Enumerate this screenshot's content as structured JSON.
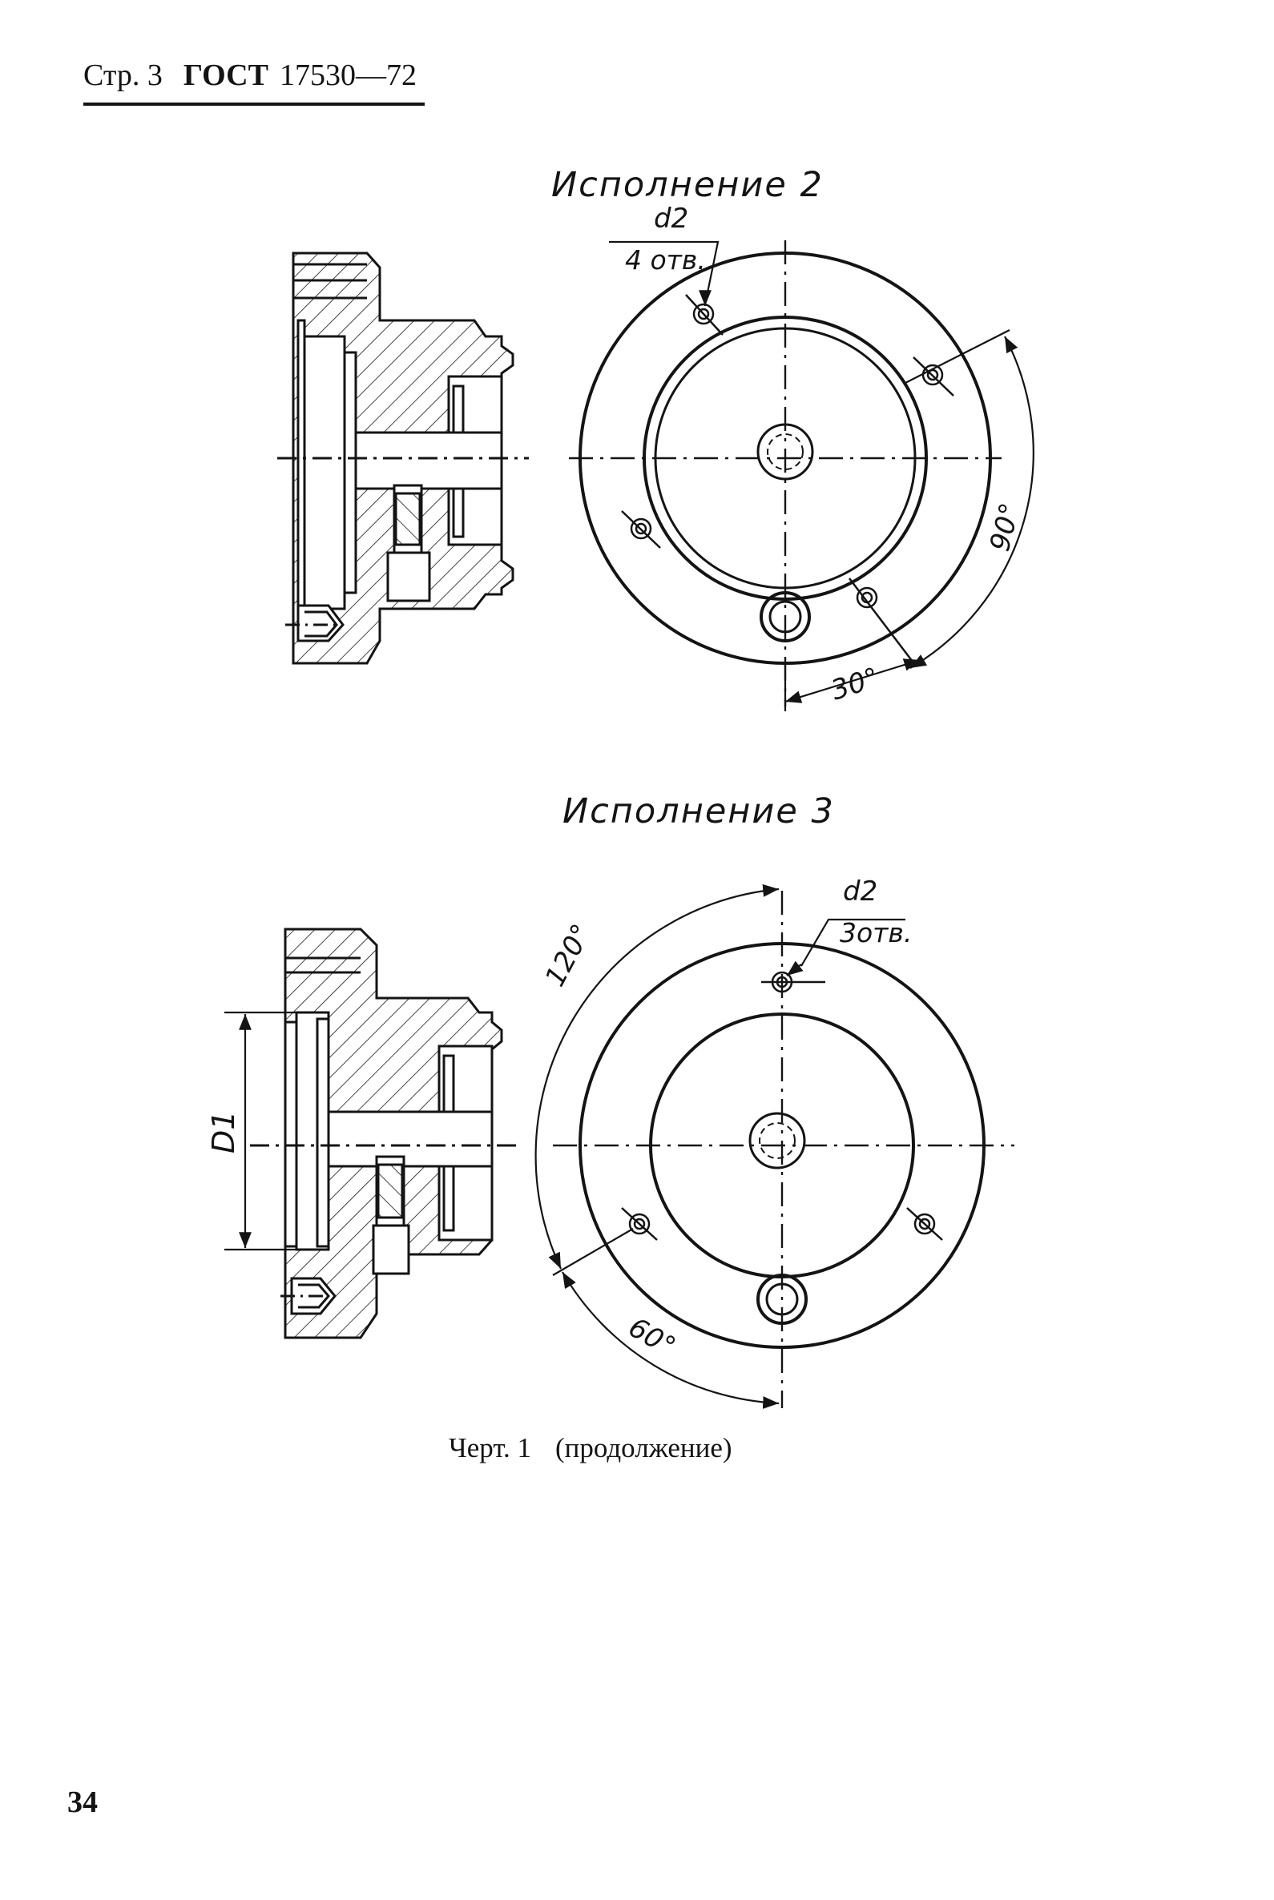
{
  "header": {
    "page": "Стр. 3",
    "standard": "ГОСТ",
    "number": "17530—72"
  },
  "variant2": {
    "title": "Исполнение 2",
    "hole_label": "d2",
    "hole_count": "4 отв.",
    "angle_large": "90°",
    "angle_small": "30°"
  },
  "variant3": {
    "title": "Исполнение 3",
    "hole_label": "d2",
    "hole_count": "3отв.",
    "angle_large": "120°",
    "angle_small": "60°",
    "diameter_label": "D1"
  },
  "caption": {
    "figure": "Черт. 1",
    "note": "(продолжение)"
  },
  "page_number": "34"
}
